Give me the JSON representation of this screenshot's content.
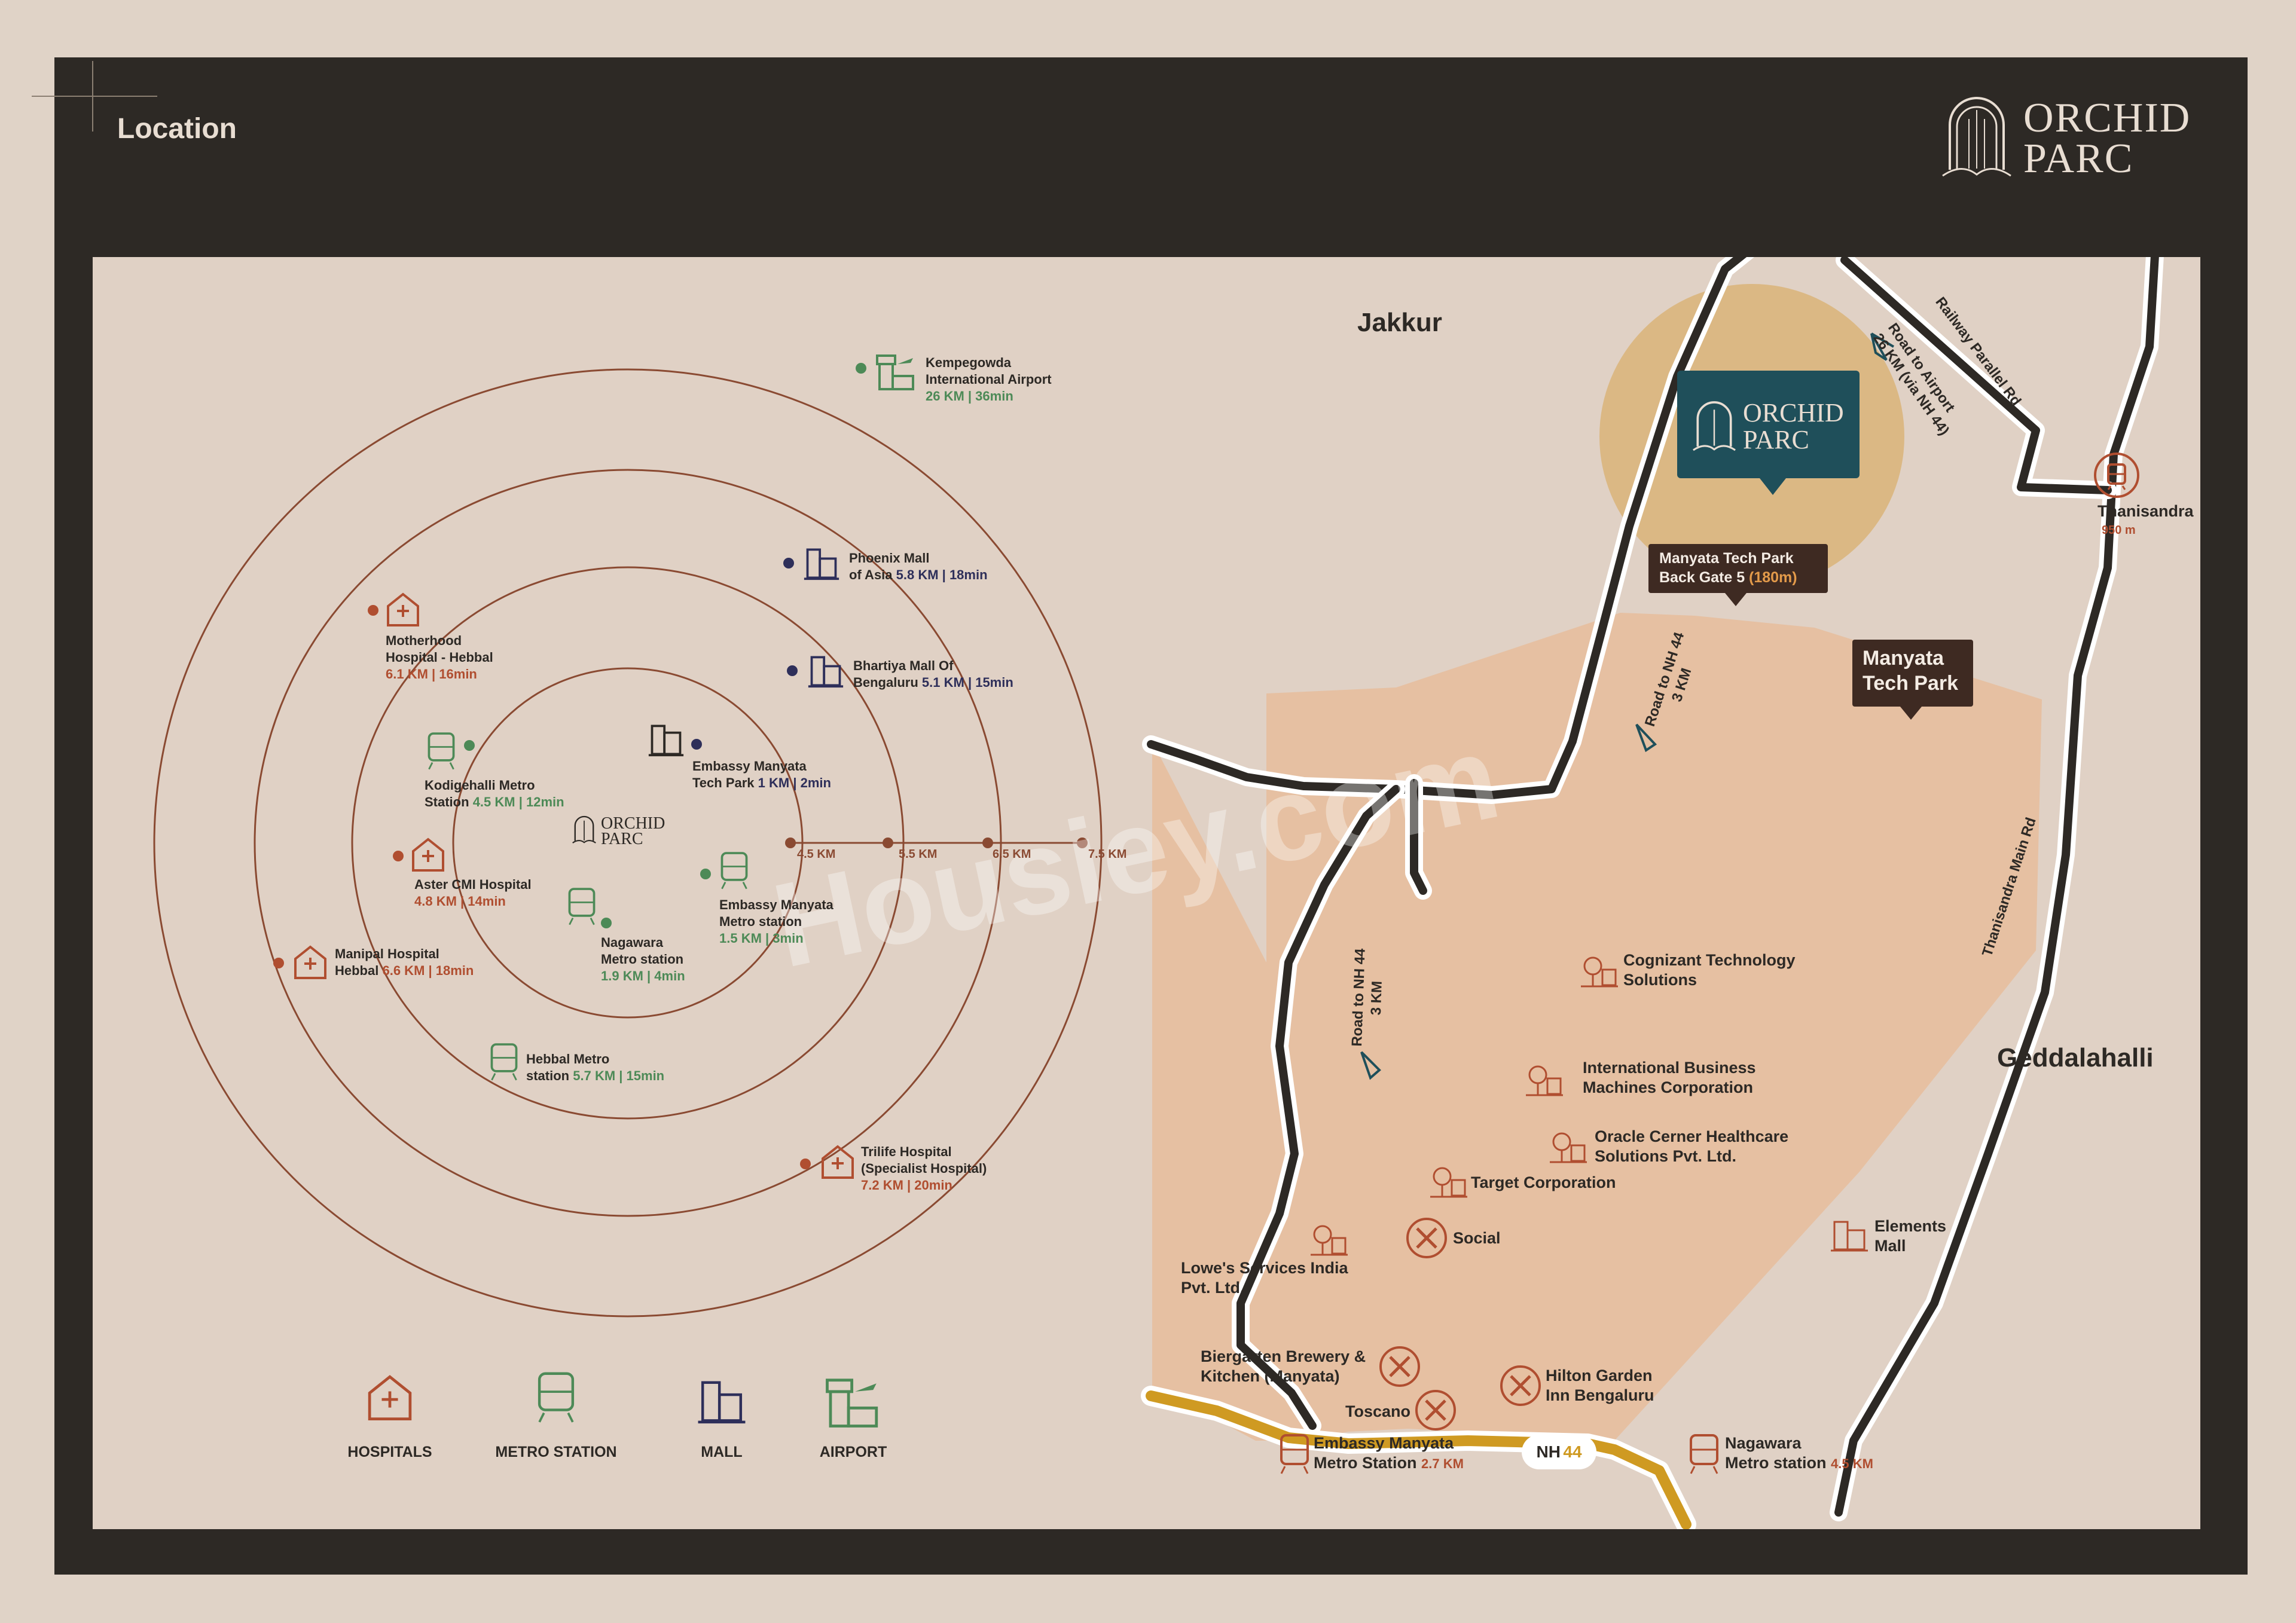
{
  "header": {
    "title": "Location",
    "logo_line1": "ORCHID",
    "logo_line2": "PARC"
  },
  "places": {
    "jakkur": "Jakkur",
    "geddalahalli": "Geddalahalli"
  },
  "project_marker": {
    "line1": "ORCHID",
    "line2": "PARC"
  },
  "gate_label": {
    "line1": "Manyata Tech Park",
    "line2": "Back Gate 5",
    "distance": "(180m)"
  },
  "park_label": {
    "line1": "Manyata",
    "line2": "Tech Park"
  },
  "roads": {
    "airport_line1": "Road to Airport",
    "airport_line2": "26 KM (via NH 44)",
    "railway": "Railway Parallel Rd",
    "nh44_top_line1": "Road to NH 44",
    "nh44_top_line2": "3 KM",
    "nh44_left_line1": "Road to NH 44",
    "nh44_left_line2": "3 KM",
    "thanisandra_main": "Thanisandra Main Rd",
    "nh44_badge_prefix": "NH",
    "nh44_badge_num": "44"
  },
  "stations": {
    "thanisandra": {
      "name": "Thanisandra",
      "distance": "950 m"
    },
    "embassy": {
      "line1": "Embassy Manyata",
      "line2": "Metro Station",
      "distance": "2.7 KM"
    },
    "nagawara": {
      "line1": "Nagawara",
      "line2": "Metro station",
      "distance": "4.5 KM"
    }
  },
  "companies": {
    "cognizant": {
      "line1": "Cognizant Technology",
      "line2": "Solutions"
    },
    "ibm": {
      "line1": "International Business",
      "line2": "Machines Corporation"
    },
    "oracle": {
      "line1": "Oracle Cerner Healthcare",
      "line2": "Solutions Pvt. Ltd."
    },
    "target": "Target Corporation",
    "social": "Social",
    "lowes": {
      "line1": "Lowe's Services India",
      "line2": "Pvt. Ltd."
    },
    "biergarten": {
      "line1": "Biergarten Brewery &",
      "line2": "Kitchen (Manyata)"
    },
    "toscano": "Toscano",
    "hilton": {
      "line1": "Hilton Garden",
      "line2": "Inn Bengaluru"
    },
    "elements": {
      "line1": "Elements",
      "line2": "Mall"
    }
  },
  "radial": {
    "center_line1": "ORCHID",
    "center_line2": "PARC",
    "rings": [
      "4.5 KM",
      "5.5 KM",
      "6.5 KM",
      "7.5 KM"
    ],
    "points": {
      "airport": {
        "line1": "Kempegowda",
        "line2": "International Airport",
        "distance": "26 KM | 36min"
      },
      "phoenix": {
        "line1": "Phoenix Mall",
        "line2": "of Asia",
        "distance": "5.8 KM | 18min"
      },
      "bhartiya": {
        "line1": "Bhartiya Mall Of",
        "line2": "Bengaluru",
        "distance": "5.1 KM | 15min"
      },
      "motherhood": {
        "line1": "Motherhood",
        "line2": "Hospital - Hebbal",
        "distance": "6.1 KM | 16min"
      },
      "kodigehalli": {
        "line1": "Kodigehalli Metro",
        "line2": "Station",
        "distance": "4.5 KM | 12min"
      },
      "embassy_tp": {
        "line1": "Embassy Manyata",
        "line2": "Tech Park",
        "distance": "1 KM | 2min"
      },
      "aster": {
        "line1": "Aster CMI Hospital",
        "distance": "4.8 KM | 14min"
      },
      "embassy_metro": {
        "line1": "Embassy Manyata",
        "line2": "Metro station",
        "distance": "1.5 KM | 3min"
      },
      "nagawara": {
        "line1": "Nagawara",
        "line2": "Metro station",
        "distance": "1.9 KM | 4min"
      },
      "manipal": {
        "line1": "Manipal Hospital",
        "line2": "Hebbal",
        "distance": "6.6 KM | 18min"
      },
      "hebbal": {
        "line1": "Hebbal Metro",
        "line2": "station",
        "distance": "5.7 KM | 15min"
      },
      "trilife": {
        "line1": "Trilife Hospital",
        "line2": "(Specialist Hospital)",
        "distance": "7.2 KM | 20min"
      }
    }
  },
  "legend": {
    "hospitals": "HOSPITALS",
    "metro": "METRO STATION",
    "mall": "MALL",
    "airport": "AIRPORT"
  },
  "watermark": "Housiey.com",
  "colors": {
    "frame": "#2d2925",
    "teal": "#1f4f5a",
    "gold": "#d2b37c",
    "green": "#4d8a57",
    "red": "#b04e30",
    "navy": "#2e2f5a",
    "zone": "#e6c0a2",
    "nh44": "#cf9a22",
    "dark_label": "#3e2a22"
  }
}
